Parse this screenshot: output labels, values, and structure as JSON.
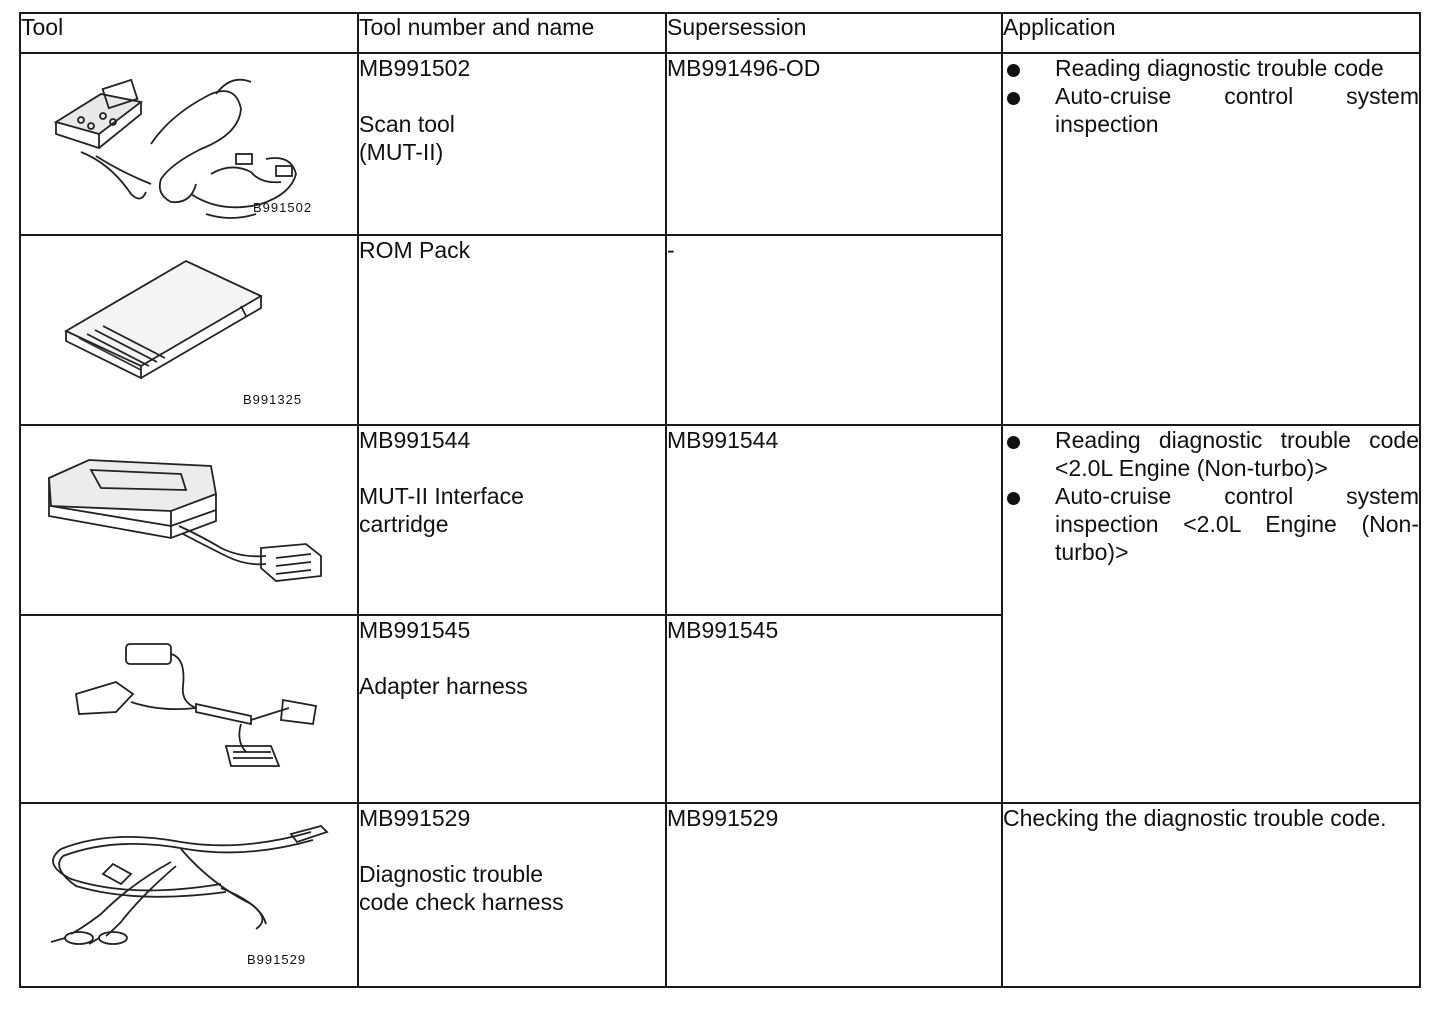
{
  "headers": {
    "tool": "Tool",
    "number_name": "Tool number and name",
    "supersession": "Supersession",
    "application": "Application"
  },
  "rows": [
    {
      "image_ref": "B991502",
      "number": "MB991502",
      "name_lines": [
        "Scan tool",
        "(MUT-II)"
      ],
      "supersession": "MB991496-OD"
    },
    {
      "image_ref": "B991325",
      "number": "ROM Pack",
      "name_lines": [],
      "supersession": "-"
    },
    {
      "image_ref": "",
      "number": "MB991544",
      "name_lines": [
        "MUT-II Interface",
        "cartridge"
      ],
      "supersession": "MB991544"
    },
    {
      "image_ref": "",
      "number": "MB991545",
      "name_lines": [
        "Adapter harness"
      ],
      "supersession": "MB991545"
    },
    {
      "image_ref": "B991529",
      "number": "MB991529",
      "name_lines": [
        "Diagnostic trouble",
        "code check harness"
      ],
      "supersession": "MB991529"
    }
  ],
  "applications": {
    "group1": [
      "Reading diagnostic trouble code",
      "Auto-cruise control system inspection"
    ],
    "group2": [
      "Reading diagnostic trouble code <2.0L Engine (Non-turbo)>",
      "Auto-cruise control system inspection <2.0L Engine (Non-turbo)>"
    ],
    "group3": "Checking the diagnostic trouble code."
  }
}
